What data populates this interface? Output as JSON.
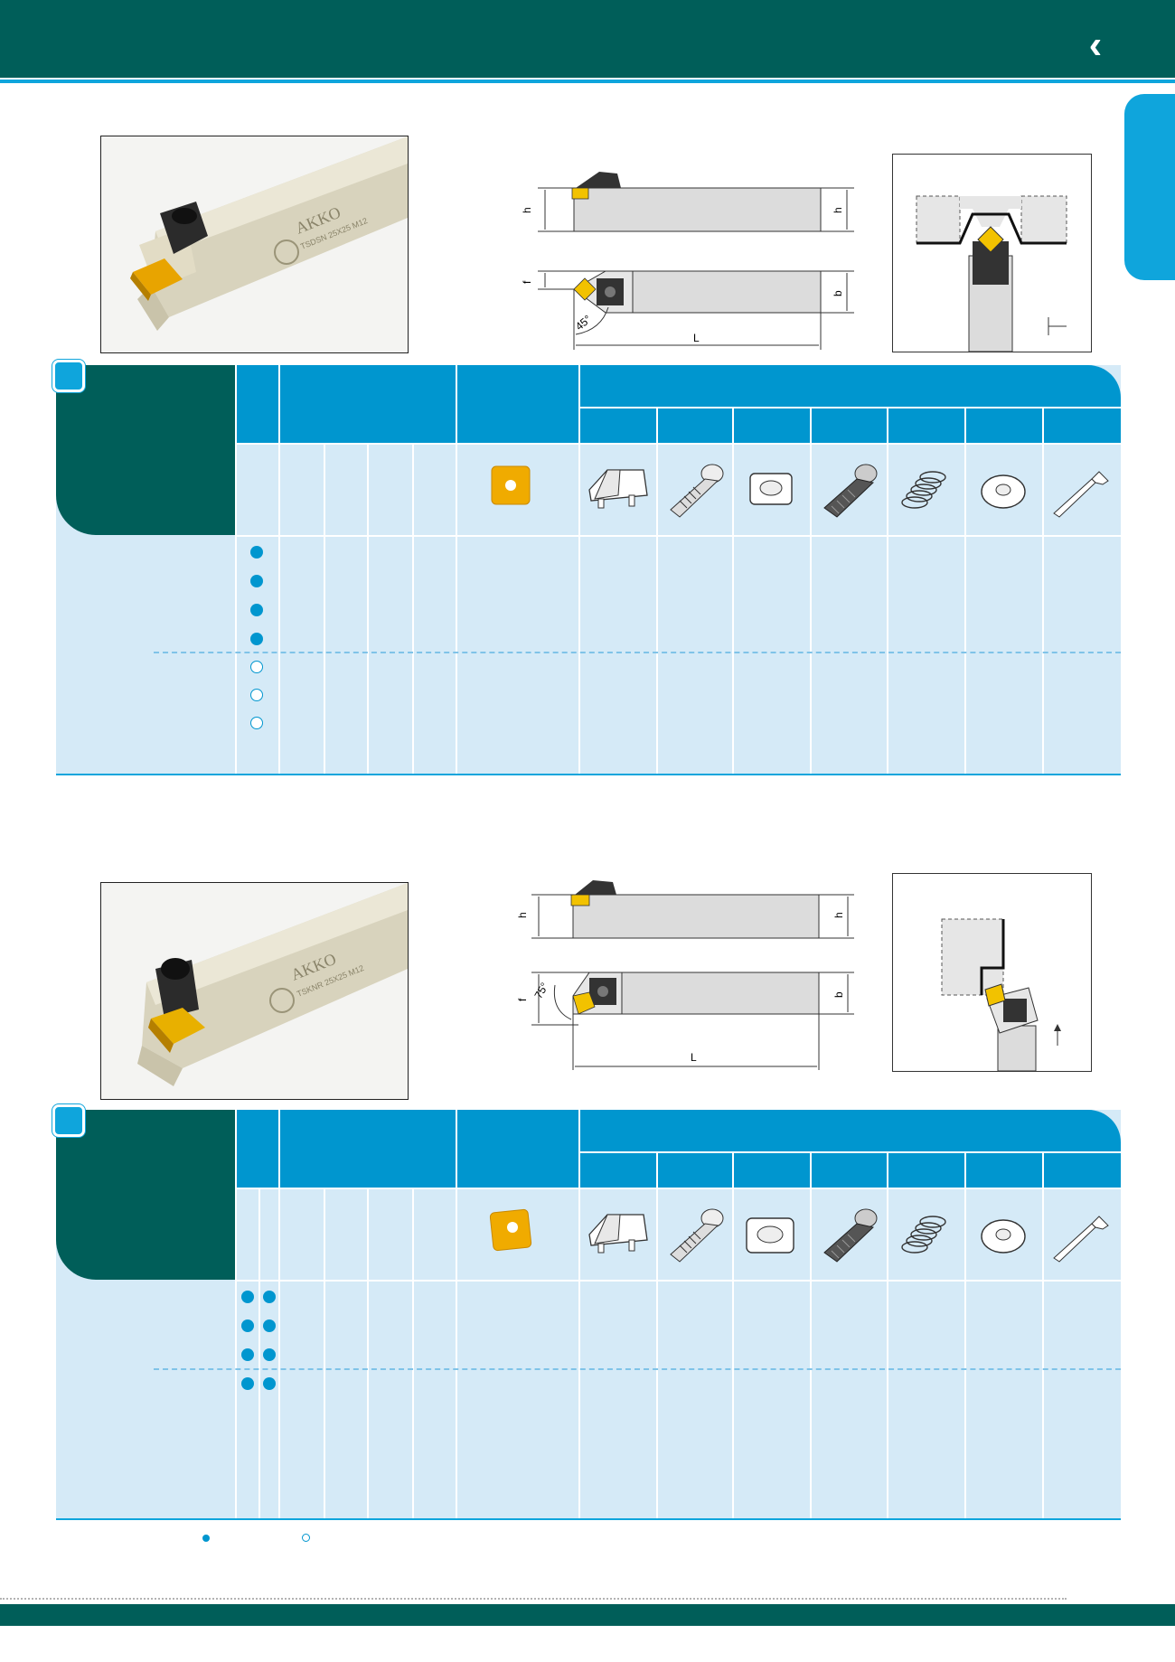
{
  "header": {
    "back_icon": "chevron-left-icon",
    "side_tab_color": "#0fa5dc",
    "brand_color": "#005e59"
  },
  "photo_marking_1": {
    "brand": "AKKO",
    "code": "TSDSN 25X25 M12"
  },
  "photo_marking_2": {
    "brand": "AKKO",
    "code": "TSKNR 25X25 M12"
  },
  "drawing_1": {
    "dim_h": "h",
    "dim_f": "f",
    "dim_b": "b",
    "dim_L": "L",
    "angle": "45°"
  },
  "drawing_2": {
    "dim_h": "h",
    "dim_f": "f",
    "dim_b": "b",
    "dim_L": "L",
    "angle": "75°"
  },
  "parts_icons": [
    "insert-icon",
    "clamp-icon",
    "clamp-screw-icon",
    "shim-icon",
    "shim-screw-icon",
    "spring-icon",
    "washer-icon",
    "hex-key-icon"
  ],
  "table_1": {
    "availability": [
      "filled",
      "filled",
      "filled",
      "filled",
      "open",
      "open",
      "open"
    ]
  },
  "table_2": {
    "availability_rows": 4,
    "availability": [
      "filled-filled",
      "filled-filled",
      "filled-filled",
      "filled-filled"
    ]
  }
}
